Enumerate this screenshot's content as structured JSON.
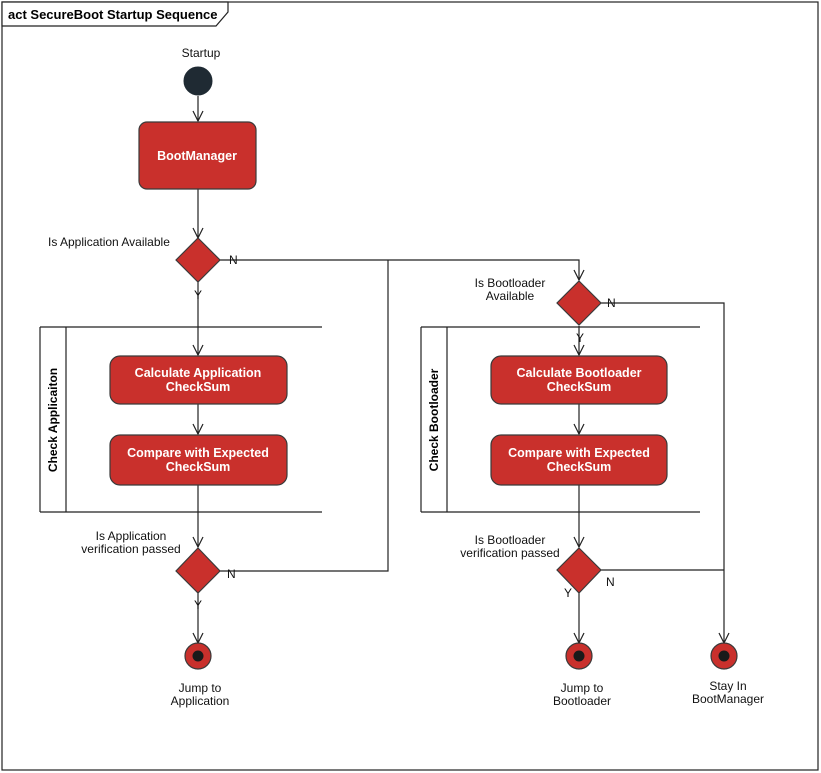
{
  "frame": {
    "title": "act SecureBoot Startup Sequence"
  },
  "initial": {
    "label": "Startup"
  },
  "actions": {
    "boot_manager": "BootManager",
    "calc_app_line1": "Calculate Application",
    "calc_app_line2": "CheckSum",
    "cmp_app_line1": "Compare with Expected",
    "cmp_app_line2": "CheckSum",
    "calc_bl_line1": "Calculate Bootloader",
    "calc_bl_line2": "CheckSum",
    "cmp_bl_line1": "Compare with Expected",
    "cmp_bl_line2": "CheckSum"
  },
  "partitions": {
    "app": "Check Applicaiton",
    "bl": "Check Bootloader"
  },
  "decisions": {
    "app_available": "Is Application Available",
    "bl_available_line1": "Is Bootloader",
    "bl_available_line2": "Available",
    "app_verified_line1": "Is Application",
    "app_verified_line2": "verification passed",
    "bl_verified_line1": "Is Bootloader",
    "bl_verified_line2": "verification passed"
  },
  "guards": {
    "yes": "Y",
    "no": "N"
  },
  "finals": {
    "app_line1": "Jump to",
    "app_line2": "Application",
    "bl_line1": "Jump to",
    "bl_line2": "Bootloader",
    "stay_line1": "Stay In",
    "stay_line2": "BootManager"
  },
  "colors": {
    "action_fill": "#c9302c",
    "initial_fill": "#1f2a33",
    "final_fill": "#c9302c",
    "line": "#222222"
  }
}
